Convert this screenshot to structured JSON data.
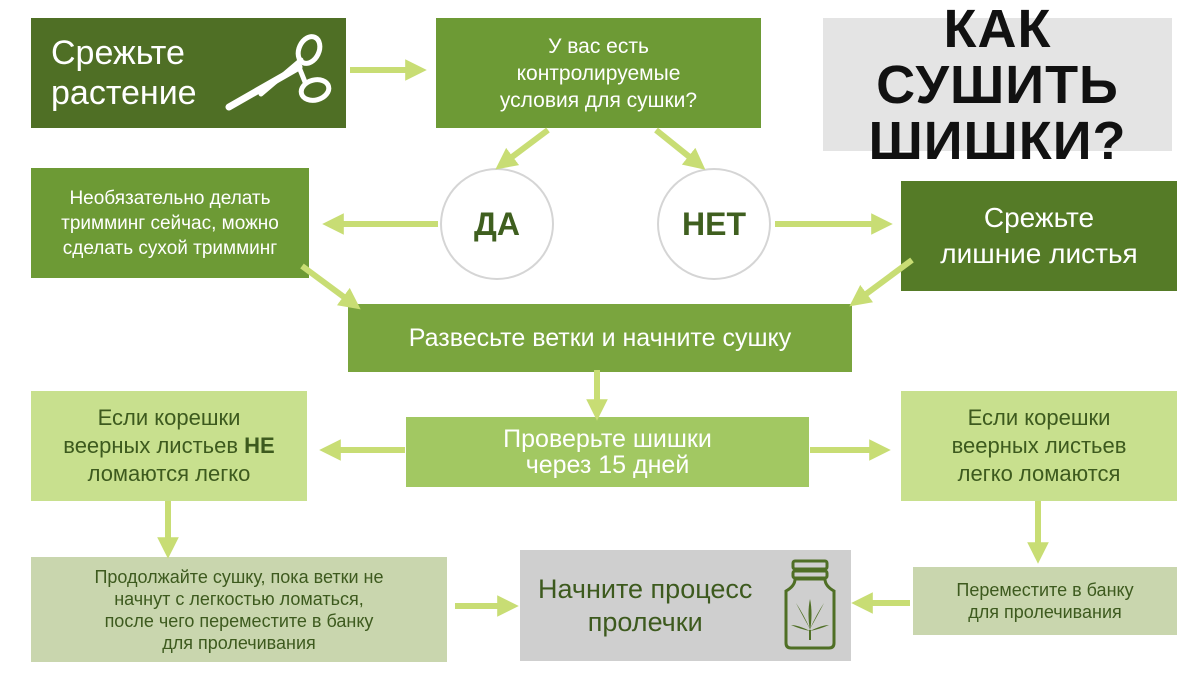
{
  "title": "КАК СУШИТЬ\nШИШКИ?",
  "steps": {
    "cut_plant": "Срежьте\nрастение",
    "question": "У вас есть\nконтролируемые\nусловия для сушки?",
    "yes": "ДА",
    "no": "НЕТ",
    "optional_trim": "Необязательно делать\nтримминг сейчас, можно\nсделать сухой тримминг",
    "cut_leaves": "Срежьте\nлишние листья",
    "hang_dry": "Развесьте ветки и начните сушку",
    "check_buds": "Проверьте шишки\nчерез 15 дней",
    "not_snap_line1": "Если корешки",
    "not_snap_line2_pre": "веерных листьев ",
    "not_snap_line2_bold": "НЕ",
    "not_snap_line3": "ломаются легко",
    "snap": "Если корешки\nвеерных листьев\nлегко ломаются",
    "continue_drying": "Продолжайте сушку, пока ветки не\nначнут с легкостью ломаться,\nпосле чего переместите в банку\nдля пролечивания",
    "start_curing": "Начните процесс\nпролечки",
    "move_to_jar": "Переместите в банку\nдля пролечивания"
  },
  "icons": [
    "scissors-icon",
    "jar-icon",
    "cannabis-leaf-icon"
  ],
  "colors": {
    "dark_green": "#4f6f25",
    "mid_green": "#6d9a35",
    "light_green": "#a2c862",
    "pale_green": "#c8e08e",
    "sage": "#c9d6ae",
    "grey": "#cfcfcf",
    "arrow": "#c8dd74"
  }
}
